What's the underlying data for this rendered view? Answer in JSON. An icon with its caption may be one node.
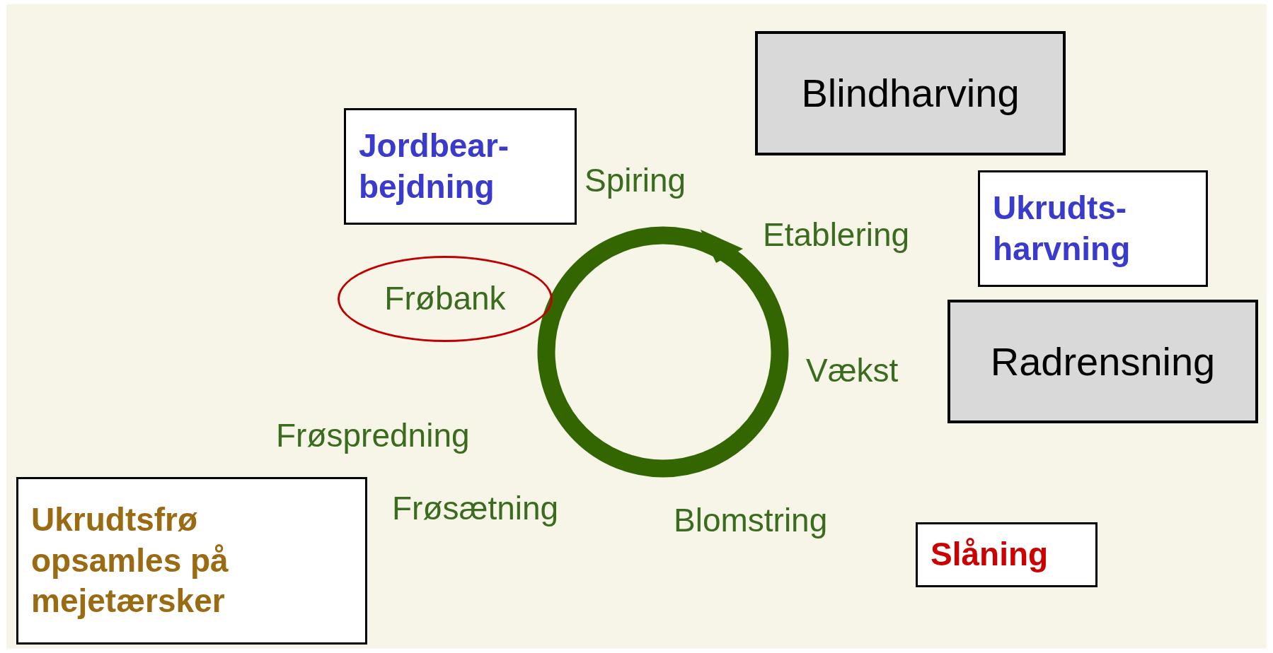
{
  "diagram": {
    "nodes": [
      {
        "text": [
          "Jordbear- bejdning"
        ]
      },
      {
        "text": [
          "Blindharving"
        ]
      },
      {
        "text": [
          "Ukrudts- harvning"
        ]
      },
      {
        "text": [
          "Radrensning"
        ]
      },
      {
        "text": [
          "Frøbank"
        ]
      },
      {
        "text": [
          "Ukrudtsfrø opsamles på mejetærsker"
        ]
      },
      {
        "text": [
          "Slåning"
        ]
      }
    ],
    "labels": [
      "Spiring",
      "Etablering",
      "Vækst",
      "Blomstring",
      "Frøsætning",
      "Frøspredning"
    ]
  }
}
